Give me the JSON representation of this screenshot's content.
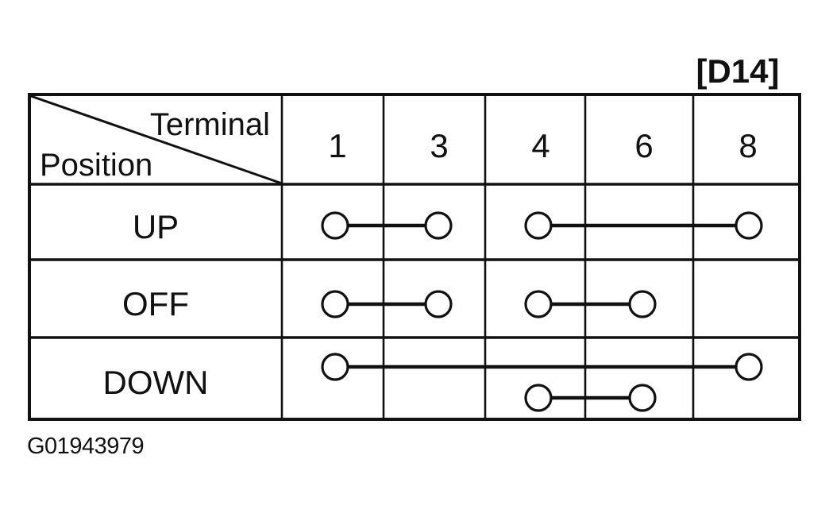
{
  "figure": {
    "connector_label": "[D14]",
    "figure_id": "G01943979"
  },
  "table": {
    "corner": {
      "top_right_label": "Terminal",
      "bottom_left_label": "Position"
    },
    "terminals": [
      "1",
      "3",
      "4",
      "6",
      "8"
    ],
    "positions": [
      {
        "label": "UP",
        "connections": [
          {
            "from": "1",
            "to": "3",
            "lane": "center"
          },
          {
            "from": "4",
            "to": "8",
            "lane": "center"
          }
        ]
      },
      {
        "label": "OFF",
        "connections": [
          {
            "from": "1",
            "to": "3",
            "lane": "center"
          },
          {
            "from": "4",
            "to": "6",
            "lane": "center"
          }
        ]
      },
      {
        "label": "DOWN",
        "connections": [
          {
            "from": "1",
            "to": "8",
            "lane": "upper"
          },
          {
            "from": "4",
            "to": "6",
            "lane": "lower"
          }
        ]
      }
    ]
  },
  "colors": {
    "ink": "#111111",
    "background": "#ffffff"
  }
}
